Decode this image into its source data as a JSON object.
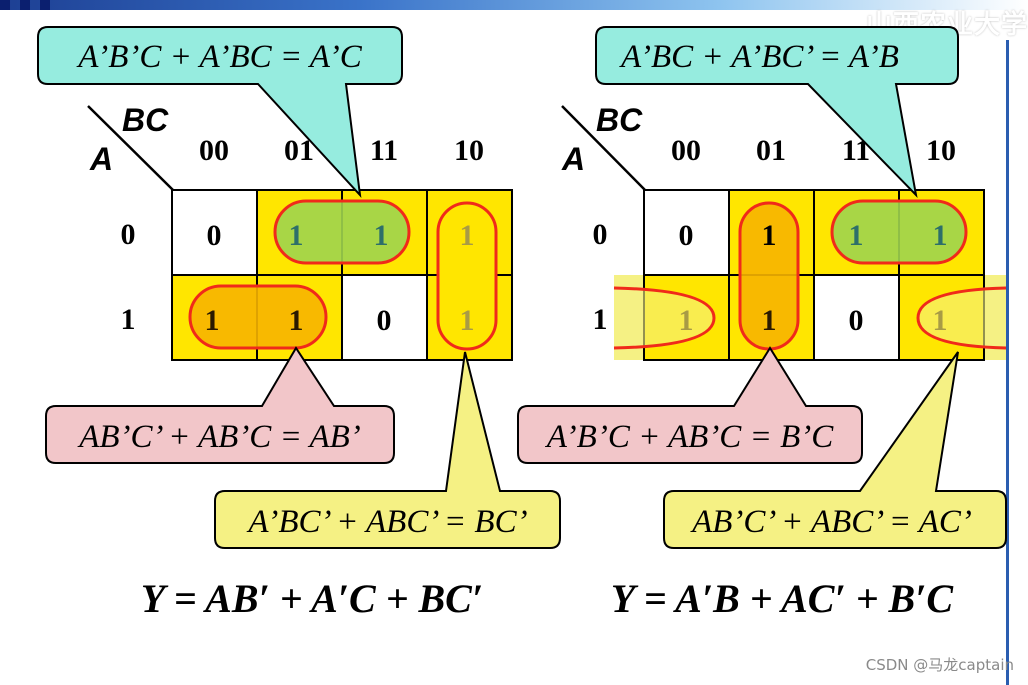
{
  "header": {
    "school_name": "山西农业大学"
  },
  "maps": [
    {
      "row_var": "A",
      "col_var": "BC",
      "col_headers": [
        "00",
        "01",
        "11",
        "10"
      ],
      "row_headers": [
        "0",
        "1"
      ],
      "cells": [
        [
          "0",
          "1",
          "1",
          "1"
        ],
        [
          "1",
          "1",
          "0",
          "1"
        ]
      ],
      "callouts": [
        "A’B’C + A’BC = A’C",
        "AB’C’ + AB’C = AB’",
        "A’BC’ + ABC’ = BC’"
      ],
      "result": "Y = AB′ + A′C + BC′"
    },
    {
      "row_var": "A",
      "col_var": "BC",
      "col_headers": [
        "00",
        "01",
        "11",
        "10"
      ],
      "row_headers": [
        "0",
        "1"
      ],
      "cells": [
        [
          "0",
          "1",
          "1",
          "1"
        ],
        [
          "1",
          "1",
          "0",
          "1"
        ]
      ],
      "callouts": [
        "A’BC + A’BC’ = A’B",
        "A’B’C + AB’C = B’C",
        "AB’C’ + ABC’ = AC’"
      ],
      "result": "Y = A′B + AC′ + B′C"
    }
  ],
  "watermark": "CSDN @马龙captain",
  "colors": {
    "cell_yellow": "#ffe600",
    "loop_green": "#9ed44e",
    "loop_orange": "#f7b400",
    "loop_stroke": "#f02a1a",
    "callout_teal": "#96ecdf",
    "callout_pink": "#f2c6c9",
    "callout_yellow": "#f5f184"
  }
}
